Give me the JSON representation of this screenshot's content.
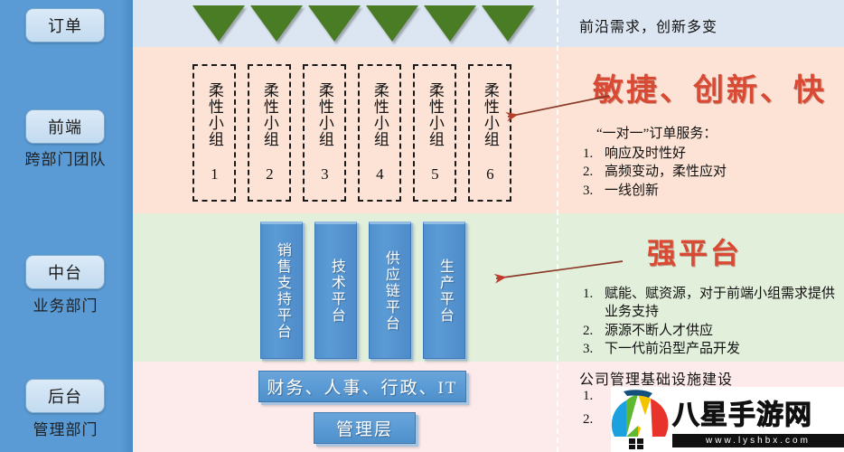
{
  "sidebar": {
    "items": [
      {
        "label": "订单",
        "sub": ""
      },
      {
        "label": "前端",
        "sub": "跨部门团队"
      },
      {
        "label": "中台",
        "sub": "业务部门"
      },
      {
        "label": "后台",
        "sub": "管理部门"
      }
    ]
  },
  "order_band": {
    "triangle_icon": "down-triangle-icon",
    "triangle_count": 6,
    "triangle_color": "#4a7c26",
    "right_text": "前沿需求，创新多变"
  },
  "front_band": {
    "teams": [
      "柔性小组 1",
      "柔性小组 2",
      "柔性小组 3",
      "柔性小组 4",
      "柔性小组 5",
      "柔性小组 6"
    ],
    "headline": "敏捷、创新、快",
    "subtitle": "“一对一”订单服务：",
    "list": [
      {
        "num": "1.",
        "text": "响应及时性好"
      },
      {
        "num": "2.",
        "text": "高频变动，柔性应对"
      },
      {
        "num": "3.",
        "text": "一线创新"
      }
    ]
  },
  "middle_band": {
    "platforms": [
      "销售支持平台",
      "技术平台",
      "供应链平台",
      "生产平台"
    ],
    "headline": "强平台",
    "list": [
      {
        "num": "1.",
        "text": "赋能、赋资源，对于前端小组需求提供业务支持"
      },
      {
        "num": "2.",
        "text": "源源不断人才供应"
      },
      {
        "num": "3.",
        "text": "下一代前沿型产品开发"
      }
    ]
  },
  "back_band": {
    "bars": [
      "财务、人事、行政、IT",
      "管理层"
    ],
    "headline": "公司管理基础设施建设",
    "list": [
      {
        "num": "1.",
        "text": ""
      },
      {
        "num": "2.",
        "text": ""
      }
    ]
  },
  "watermark": {
    "name": "八星手游网",
    "url": "www.lyshbx.com"
  },
  "colors": {
    "sidebar": "#5b9bd5",
    "band_order": "#dce6f2",
    "band_front": "#fce3d5",
    "band_middle": "#e2efda",
    "band_back": "#fdeaea",
    "accent_red": "#d94a34",
    "platform_blue": "#5b9bd5"
  }
}
